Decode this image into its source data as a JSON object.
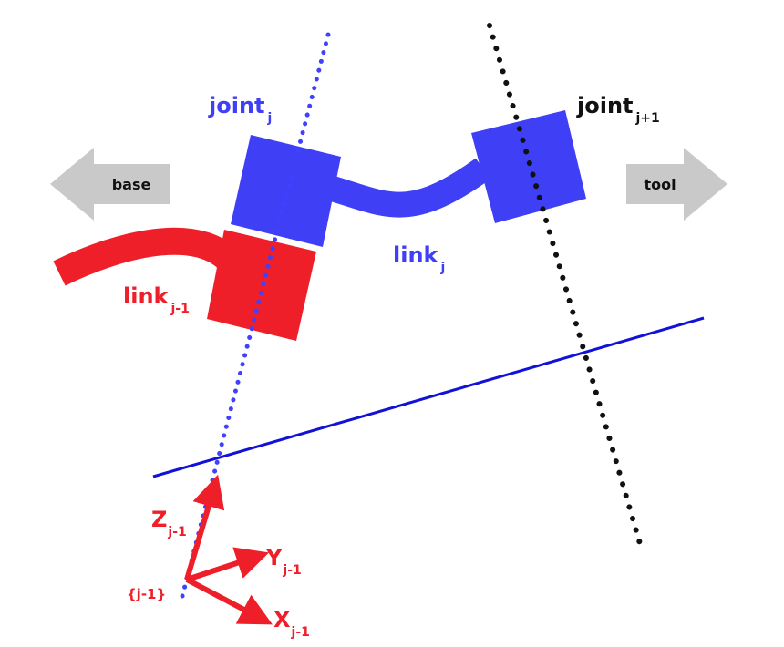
{
  "colors": {
    "blue": "#3f3ff5",
    "red": "#ef1f2a",
    "black": "#111111",
    "line_blue": "#1212d6",
    "arrow_gray": "#c9c9c9"
  },
  "arrows": {
    "base": "base",
    "tool": "tool"
  },
  "labels": {
    "joint_j": {
      "main": "joint",
      "sub": "j"
    },
    "joint_j1": {
      "main": "joint",
      "sub": "j+1"
    },
    "link_j": {
      "main": "link",
      "sub": "j"
    },
    "link_j1": {
      "main": "link",
      "sub": "j-1"
    }
  },
  "frame": {
    "name": "{j-1}",
    "z": {
      "main": "Z",
      "sub": "j-1"
    },
    "y": {
      "main": "Y",
      "sub": "j-1"
    },
    "x": {
      "main": "X",
      "sub": "j-1"
    }
  }
}
